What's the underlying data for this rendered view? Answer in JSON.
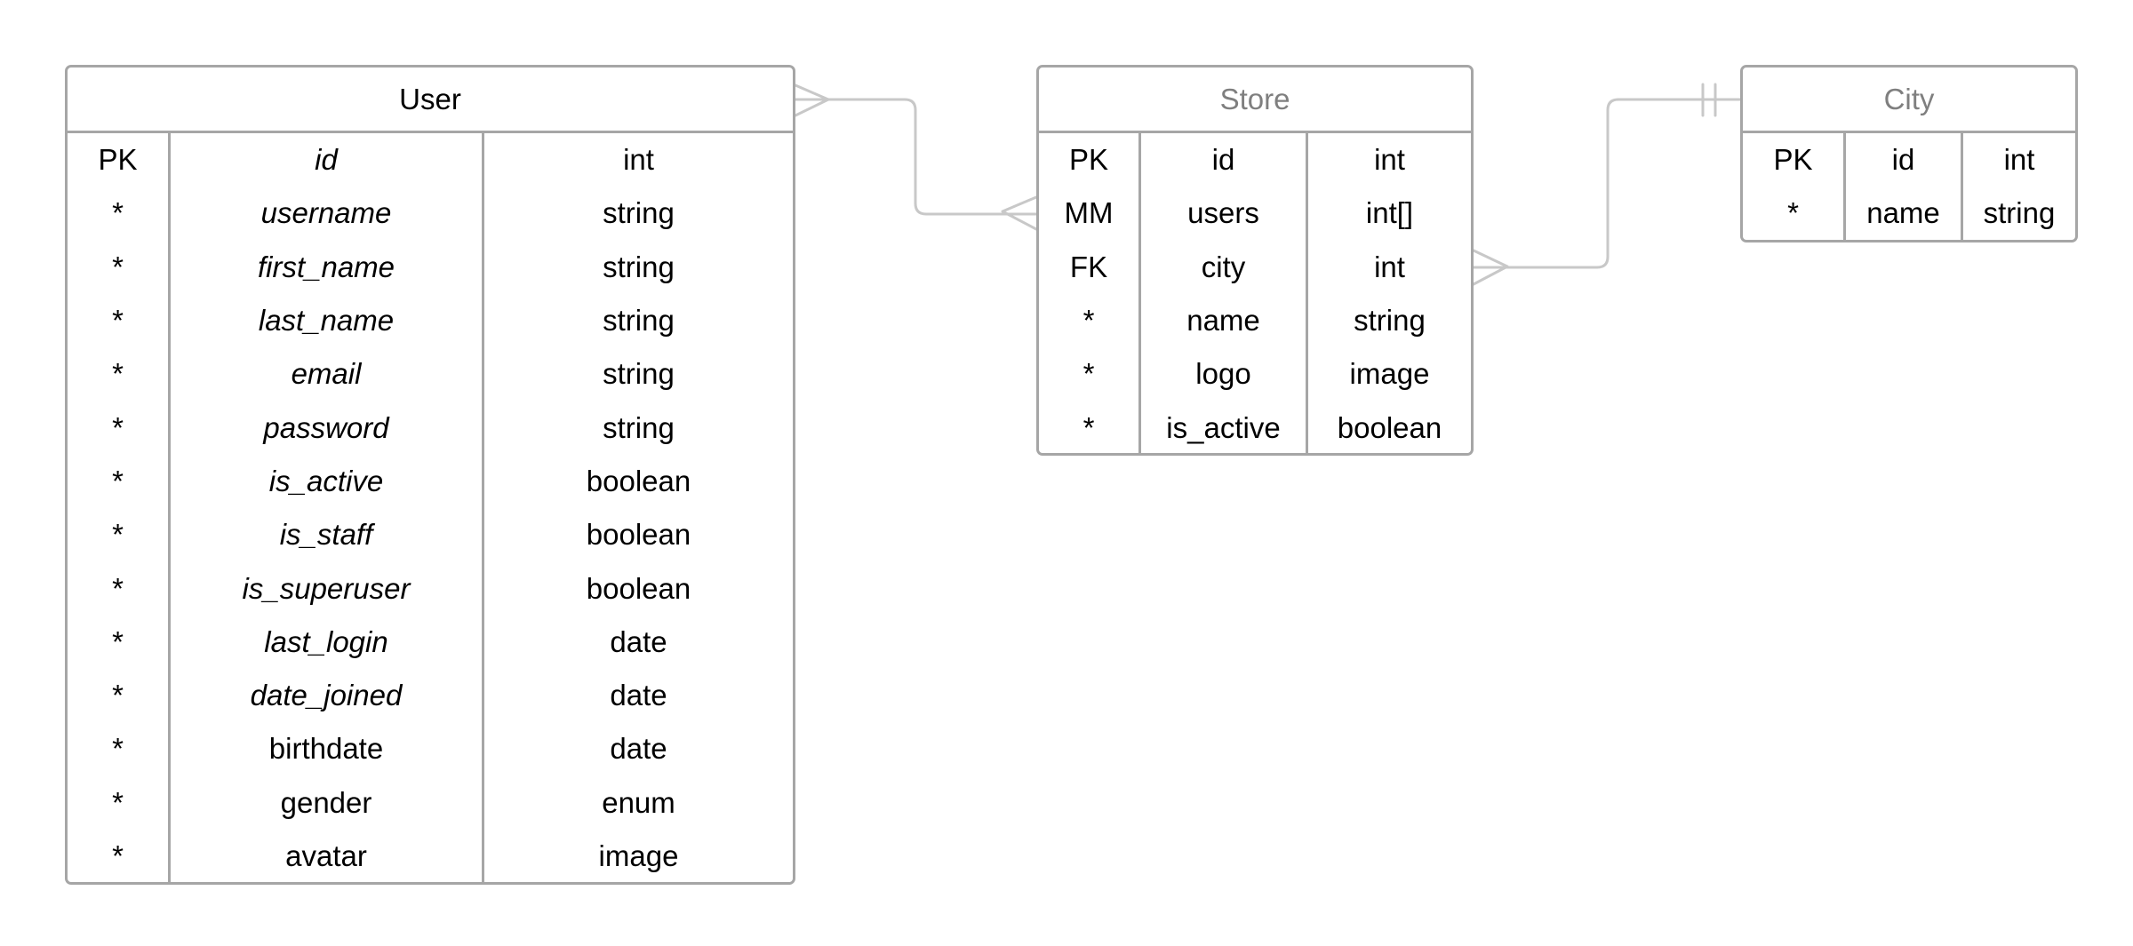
{
  "entities": {
    "user": {
      "title": "User",
      "rows": [
        {
          "key": "PK",
          "name": "id",
          "type": "int",
          "italic": true
        },
        {
          "key": "*",
          "name": "username",
          "type": "string",
          "italic": true
        },
        {
          "key": "*",
          "name": "first_name",
          "type": "string",
          "italic": true
        },
        {
          "key": "*",
          "name": "last_name",
          "type": "string",
          "italic": true
        },
        {
          "key": "*",
          "name": "email",
          "type": "string",
          "italic": true
        },
        {
          "key": "*",
          "name": "password",
          "type": "string",
          "italic": true
        },
        {
          "key": "*",
          "name": "is_active",
          "type": "boolean",
          "italic": true
        },
        {
          "key": "*",
          "name": "is_staff",
          "type": "boolean",
          "italic": true
        },
        {
          "key": "*",
          "name": "is_superuser",
          "type": "boolean",
          "italic": true
        },
        {
          "key": "*",
          "name": "last_login",
          "type": "date",
          "italic": true
        },
        {
          "key": "*",
          "name": "date_joined",
          "type": "date",
          "italic": true
        },
        {
          "key": "*",
          "name": "birthdate",
          "type": "date",
          "italic": false
        },
        {
          "key": "*",
          "name": "gender",
          "type": "enum",
          "italic": false
        },
        {
          "key": "*",
          "name": "avatar",
          "type": "image",
          "italic": false
        }
      ]
    },
    "store": {
      "title": "Store",
      "rows": [
        {
          "key": "PK",
          "name": "id",
          "type": "int",
          "italic": false
        },
        {
          "key": "MM",
          "name": "users",
          "type": "int[]",
          "italic": false
        },
        {
          "key": "FK",
          "name": "city",
          "type": "int",
          "italic": false
        },
        {
          "key": "*",
          "name": "name",
          "type": "string",
          "italic": false
        },
        {
          "key": "*",
          "name": "logo",
          "type": "image",
          "italic": false
        },
        {
          "key": "*",
          "name": "is_active",
          "type": "boolean",
          "italic": false
        }
      ]
    },
    "city": {
      "title": "City",
      "rows": [
        {
          "key": "PK",
          "name": "id",
          "type": "int",
          "italic": false
        },
        {
          "key": "*",
          "name": "name",
          "type": "string",
          "italic": false
        }
      ]
    }
  },
  "relationships": [
    {
      "from": "User",
      "to": "Store",
      "from_cardinality": "many",
      "to_cardinality": "many"
    },
    {
      "from": "Store",
      "to": "City",
      "from_cardinality": "many",
      "to_cardinality": "one-and-only-one"
    }
  ],
  "colors": {
    "border": "#a6a6a6",
    "connector": "#c8c8c8",
    "muted_title": "#7f7f7f",
    "text": "#000000"
  }
}
